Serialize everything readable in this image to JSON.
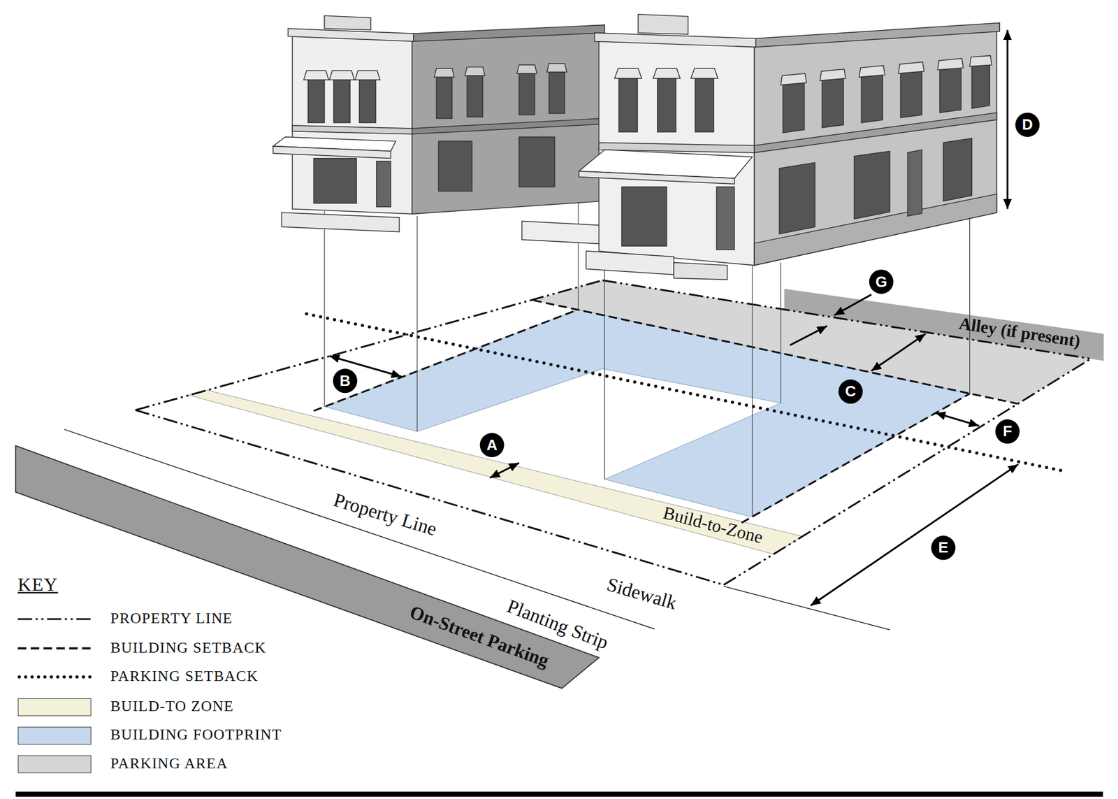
{
  "diagram": {
    "labels": [
      "D",
      "G",
      "B",
      "C",
      "A",
      "F",
      "E",
      "Alley (if present)",
      "Build-to-Zone",
      "Property Line",
      "Sidewalk",
      "Planting Strip",
      "On-Street Parking",
      "KEY"
    ],
    "legend": [
      {
        "text": "PROPERTY LINE"
      },
      {
        "text": "BUILDING SETBACK"
      },
      {
        "text": "PARKING SETBACK"
      },
      {
        "text": "BUILD-TO ZONE",
        "color": "#f4f1da"
      },
      {
        "text": "BUILDING FOOTPRINT",
        "color": "#c5d8ee"
      },
      {
        "text": "PARKING AREA",
        "color": "#d6d6d6"
      }
    ]
  }
}
